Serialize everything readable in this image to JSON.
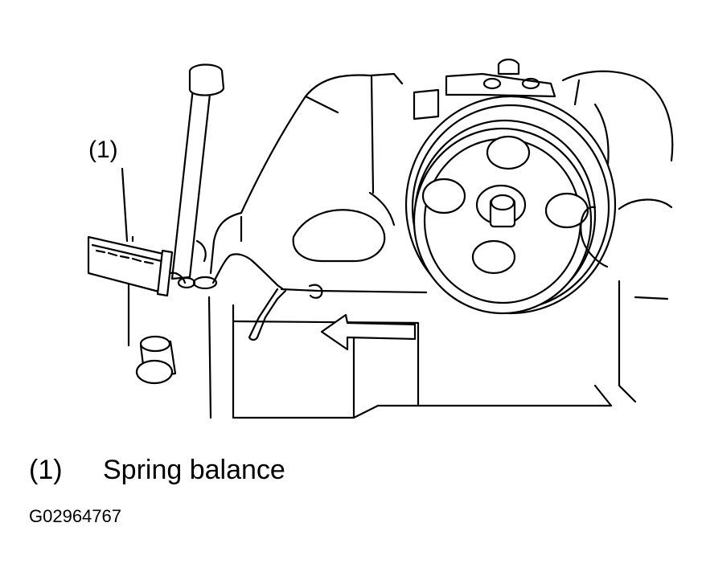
{
  "figure": {
    "callout": "(1)",
    "legend": [
      {
        "number": "(1)",
        "label": "Spring balance"
      }
    ],
    "code": "G02964767"
  }
}
